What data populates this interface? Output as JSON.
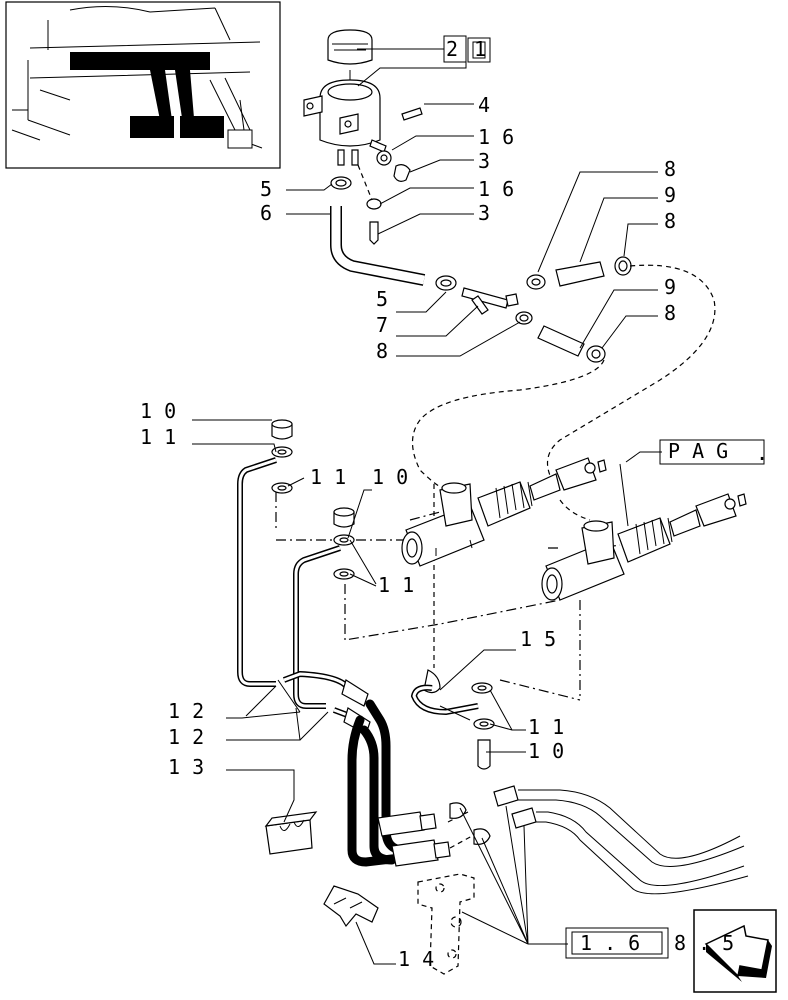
{
  "callouts": {
    "c2": "2",
    "c1": "1",
    "c4": "4",
    "c16a": "1 6",
    "c3a": "3",
    "c5a": "5",
    "c16b": "1 6",
    "c6": "6",
    "c3b": "3",
    "c8a": "8",
    "c9a": "9",
    "c8b": "8",
    "c5b": "5",
    "c9b": "9",
    "c7": "7",
    "c8c": "8",
    "c8d": "8",
    "c10a": "1 0",
    "c11a": "1 1",
    "c11b": "1 1",
    "c10b": "1 0",
    "pag": "P A G",
    "dot": ".",
    "c11c": "1 1",
    "c15": "1 5",
    "c11d": "1 1",
    "c10c": "1 0",
    "c12a": "1 2",
    "c12b": "1 2",
    "c13": "1 3",
    "c14": "1 4",
    "ref_boxed": "1 . 6",
    "ref_rest": "8 . 5"
  }
}
